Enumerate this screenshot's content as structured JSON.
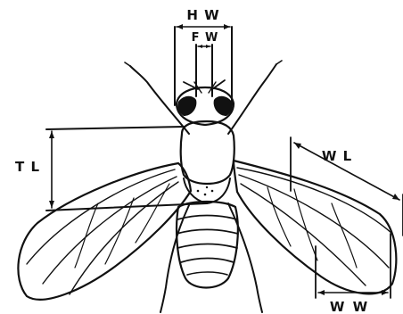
{
  "diagram": {
    "labels": {
      "head_width": "H W",
      "frons_width": "F W",
      "thorax_length": "T L",
      "wing_length": "W L",
      "wing_width": "W W"
    },
    "colors": {
      "ink": "#111111",
      "background": "#ffffff"
    }
  }
}
